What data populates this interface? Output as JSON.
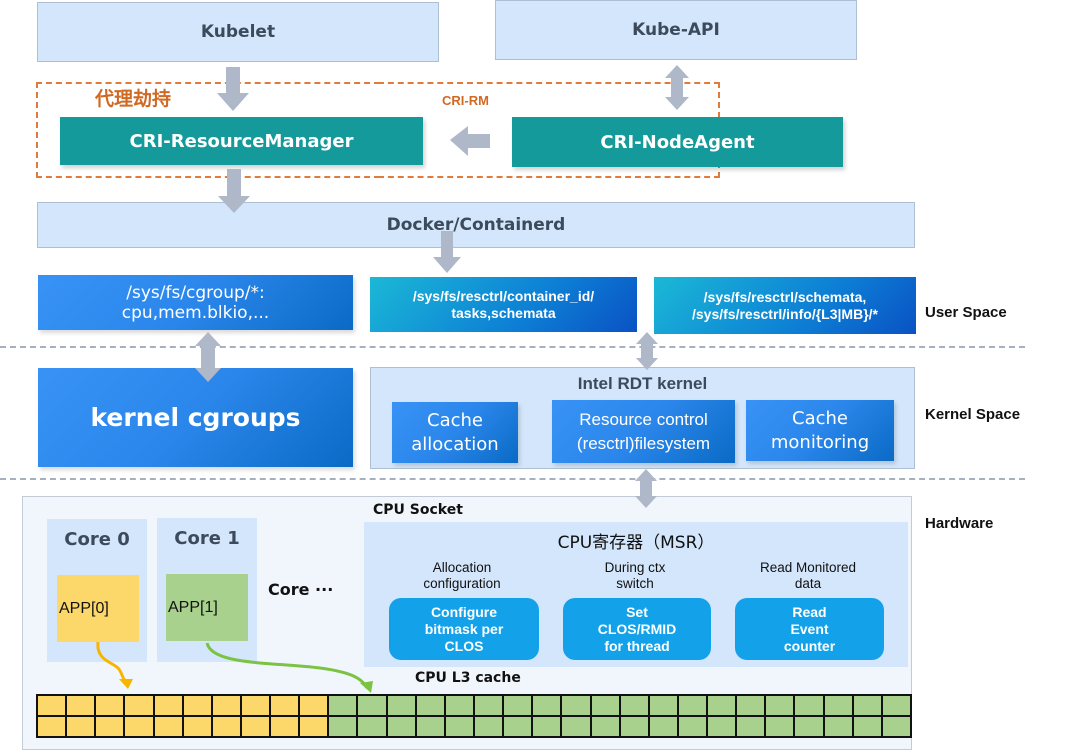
{
  "top": {
    "kubelet": "Kubelet",
    "kube_api": "Kube-API"
  },
  "cri_rm_group": {
    "title_cn": "代理劫持",
    "label": "CRI-RM",
    "resource_manager": "CRI-ResourceManager",
    "node_agent": "CRI-NodeAgent"
  },
  "runtime": {
    "label": "Docker/Containerd"
  },
  "user_space": {
    "cgroup_path_line1": "/sys/fs/cgroup/*:",
    "cgroup_path_line2": "cpu,mem.blkio,...",
    "resctrl_container_line1": "/sys/fs/resctrl/container_id/",
    "resctrl_container_line2": "tasks,schemata",
    "resctrl_schemata_line1": "/sys/fs/resctrl/schemata,",
    "resctrl_schemata_line2": "/sys/fs/resctrl/info/{L3|MB}/*",
    "label": "User Space"
  },
  "kernel_space": {
    "cgroups": "kernel cgroups",
    "rdt_title": "Intel RDT kernel",
    "cache_alloc_line1": "Cache",
    "cache_alloc_line2": "allocation",
    "resctrl_fs_line1": "Resource control",
    "resctrl_fs_line2": "(resctrl)filesystem",
    "cache_mon_line1": "Cache",
    "cache_mon_line2": "monitoring",
    "label": "Kernel Space"
  },
  "hardware": {
    "label": "Hardware",
    "cores": [
      {
        "name": "Core 0",
        "app": "APP[0]",
        "color": "#fcd76a"
      },
      {
        "name": "Core 1",
        "app": "APP[1]",
        "color": "#a8d18d"
      }
    ],
    "core_more": "Core ···",
    "socket_label": "CPU Socket",
    "msr_title": "CPU寄存器（MSR）",
    "msr_items": [
      {
        "caption_line1": "Allocation",
        "caption_line2": "configuration",
        "btn_line1": "Configure",
        "btn_line2": "bitmask per",
        "btn_line3": "CLOS"
      },
      {
        "caption_line1": "During ctx",
        "caption_line2": "switch",
        "btn_line1": "Set",
        "btn_line2": "CLOS/RMID",
        "btn_line3": "for thread"
      },
      {
        "caption_line1": "Read Monitored",
        "caption_line2": "data",
        "btn_line1": "Read",
        "btn_line2": "Event",
        "btn_line3": "counter"
      }
    ],
    "l3_label": "CPU L3 cache",
    "l3_cache": {
      "columns": 30,
      "rows": 2,
      "app0_columns": 10,
      "app1_columns": 20
    }
  },
  "colors": {
    "teal": "#149a9a",
    "orange_dashed": "#e07b3c",
    "arrow_gray": "#aeb8c8",
    "app0_yellow": "#fcd76a",
    "app1_green": "#a8d18d",
    "arrow_yellow": "#f7b500",
    "arrow_green": "#7cc243"
  }
}
